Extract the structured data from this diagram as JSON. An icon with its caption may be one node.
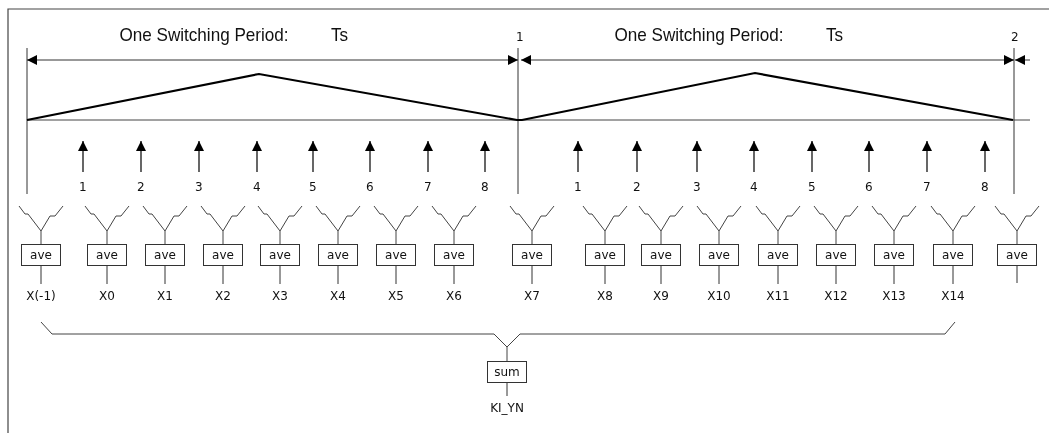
{
  "diagram": {
    "nodes": [
      {
        "text": [
          "ave"
        ]
      },
      {
        "text": [
          "ave"
        ]
      },
      {
        "text": [
          "ave"
        ]
      },
      {
        "text": [
          "ave"
        ]
      },
      {
        "text": [
          "ave"
        ]
      },
      {
        "text": [
          "ave"
        ]
      },
      {
        "text": [
          "ave"
        ]
      },
      {
        "text": [
          "ave"
        ]
      },
      {
        "text": [
          "ave"
        ]
      },
      {
        "text": [
          "ave"
        ]
      },
      {
        "text": [
          "ave"
        ]
      },
      {
        "text": [
          "ave"
        ]
      },
      {
        "text": [
          "ave"
        ]
      },
      {
        "text": [
          "ave"
        ]
      },
      {
        "text": [
          "ave"
        ]
      },
      {
        "text": [
          "ave"
        ]
      },
      {
        "text": [
          "ave"
        ]
      },
      {
        "text": [
          "X(-1)"
        ]
      },
      {
        "text": [
          "X0"
        ]
      },
      {
        "text": [
          "X1"
        ]
      },
      {
        "text": [
          "X2"
        ]
      },
      {
        "text": [
          "X3"
        ]
      },
      {
        "text": [
          "X4"
        ]
      },
      {
        "text": [
          "X5"
        ]
      },
      {
        "text": [
          "X6"
        ]
      },
      {
        "text": [
          "X7"
        ]
      },
      {
        "text": [
          "X8"
        ]
      },
      {
        "text": [
          "X9"
        ]
      },
      {
        "text": [
          "X10"
        ]
      },
      {
        "text": [
          "X11"
        ]
      },
      {
        "text": [
          "X12"
        ]
      },
      {
        "text": [
          "X13"
        ]
      },
      {
        "text": [
          "X14"
        ]
      },
      {
        "text": [
          "sum"
        ]
      },
      {
        "text": [
          "KI_YN"
        ]
      }
    ],
    "edges": [
      {
        "from": 0,
        "to": 17,
        "arrow": "none"
      },
      {
        "from": 1,
        "to": 18,
        "arrow": "none"
      },
      {
        "from": 2,
        "to": 19,
        "arrow": "none"
      },
      {
        "from": 3,
        "to": 20,
        "arrow": "none"
      },
      {
        "from": 4,
        "to": 21,
        "arrow": "none"
      },
      {
        "from": 5,
        "to": 22,
        "arrow": "none"
      },
      {
        "from": 6,
        "to": 23,
        "arrow": "none"
      },
      {
        "from": 7,
        "to": 24,
        "arrow": "none"
      },
      {
        "from": 8,
        "to": 25,
        "arrow": "none"
      },
      {
        "from": 9,
        "to": 26,
        "arrow": "none"
      },
      {
        "from": 10,
        "to": 27,
        "arrow": "none"
      },
      {
        "from": 11,
        "to": 28,
        "arrow": "none"
      },
      {
        "from": 12,
        "to": 29,
        "arrow": "none"
      },
      {
        "from": 13,
        "to": 30,
        "arrow": "none"
      },
      {
        "from": 14,
        "to": 31,
        "arrow": "none"
      },
      {
        "from": 15,
        "to": 32,
        "arrow": "none"
      },
      {
        "from": 16,
        "to": null,
        "arrow": "none"
      },
      {
        "from": 33,
        "to": 34,
        "arrow": "none"
      }
    ],
    "labels": [
      "One Switching Period:",
      "Ts",
      "1",
      "One Switching Period:",
      "Ts",
      "2",
      "1",
      "2",
      "3",
      "4",
      "5",
      "6",
      "7",
      "8",
      "1",
      "2",
      "3",
      "4",
      "5",
      "6",
      "7",
      "8"
    ]
  }
}
